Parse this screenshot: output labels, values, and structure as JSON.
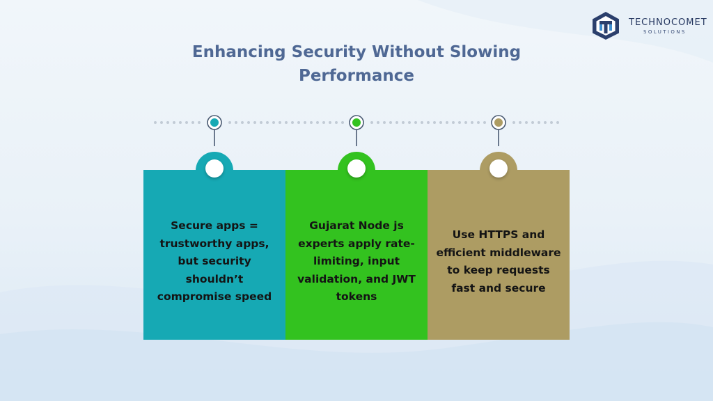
{
  "logo": {
    "name": "TECHNOCOMET",
    "tagline": "SOLUTIONS"
  },
  "title": "Enhancing Security Without Slowing Performance",
  "colors": {
    "title": "#4f6894",
    "card_1": "#16a9b4",
    "card_2": "#33c21f",
    "card_3": "#ad9c63",
    "dots": "#c2cbd6"
  },
  "cards": [
    {
      "text": "Secure apps = trustworthy apps, but security shouldn’t compromise speed"
    },
    {
      "text": "Gujarat Node js experts apply rate-limiting, input validation, and JWT tokens"
    },
    {
      "text": "Use HTTPS and efficient middleware to keep requests fast and secure"
    }
  ]
}
